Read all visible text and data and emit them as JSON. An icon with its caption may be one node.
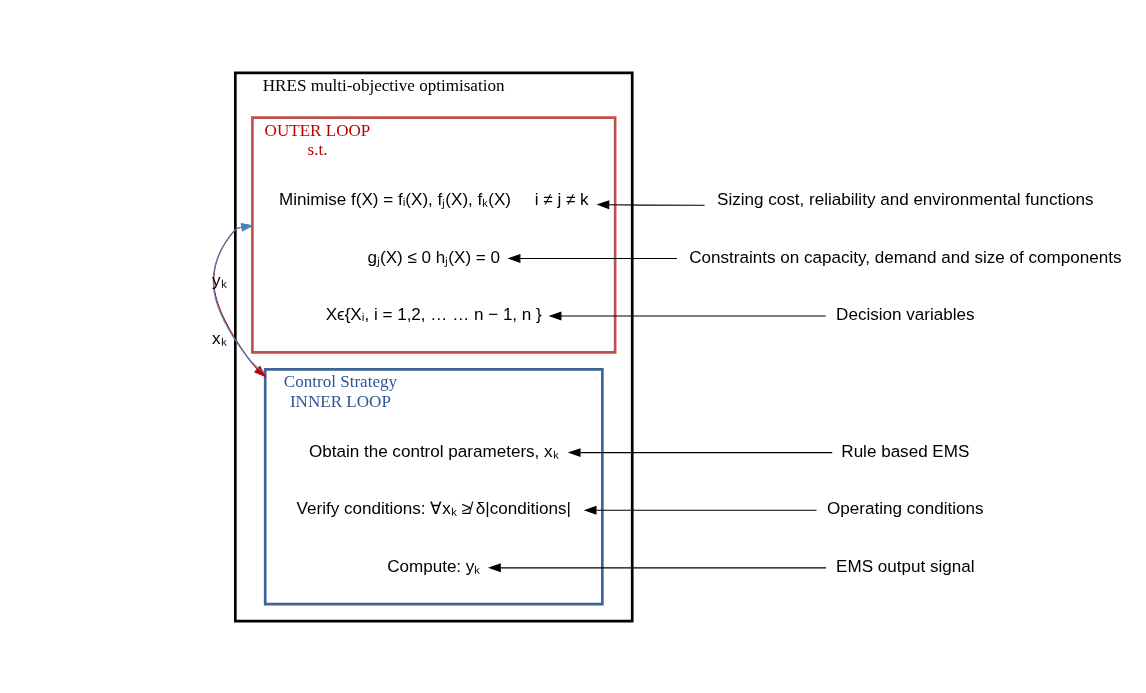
{
  "diagram": {
    "nodes": [
      {
        "text": [
          "HRES multi-objective optimisation"
        ]
      },
      {
        "text": [
          "OUTER LOOP",
          "s.t."
        ],
        "in": 0
      },
      {
        "text": [
          "Minimise f(X) = fᵢ(X), fⱼ(X), fₖ(X)     i ≠ j ≠ k"
        ],
        "in": 1
      },
      {
        "text": [
          "gⱼ(X) ≤ 0 hⱼ(X) = 0"
        ],
        "in": 1
      },
      {
        "text": [
          "Xϵ{Xᵢ, i = 1,2, … … n − 1, n }"
        ],
        "in": 1
      },
      {
        "text": [
          "Control Strategy",
          "INNER LOOP"
        ],
        "in": 0
      },
      {
        "text": [
          "Obtain the control parameters, xₖ"
        ],
        "in": 5
      },
      {
        "text": [
          "Verify conditions: ∀xₖ ≱ δ|conditions|"
        ],
        "in": 5
      },
      {
        "text": [
          "Compute: yₖ"
        ],
        "in": 5
      },
      {
        "text": [
          "Sizing cost, reliability and environmental functions"
        ]
      },
      {
        "text": [
          "Constraints on capacity, demand and size of components"
        ]
      },
      {
        "text": [
          "Decision variables"
        ]
      },
      {
        "text": [
          "Rule based EMS"
        ]
      },
      {
        "text": [
          "Operating conditions"
        ]
      },
      {
        "text": [
          "EMS output signal"
        ]
      }
    ],
    "edges": [
      {
        "from": 1,
        "to": 5,
        "arrow": "to",
        "label": "xₖ",
        "color": "#c00000"
      },
      {
        "from": 5,
        "to": 1,
        "arrow": "to",
        "label": "yₖ",
        "color": "#4a7ebb"
      },
      {
        "from": 9,
        "to": 2,
        "arrow": "to"
      },
      {
        "from": 10,
        "to": 3,
        "arrow": "to"
      },
      {
        "from": 11,
        "to": 4,
        "arrow": "to"
      },
      {
        "from": 12,
        "to": 6,
        "arrow": "to"
      },
      {
        "from": 13,
        "to": 7,
        "arrow": "to"
      },
      {
        "from": 14,
        "to": 8,
        "arrow": "to"
      }
    ]
  }
}
